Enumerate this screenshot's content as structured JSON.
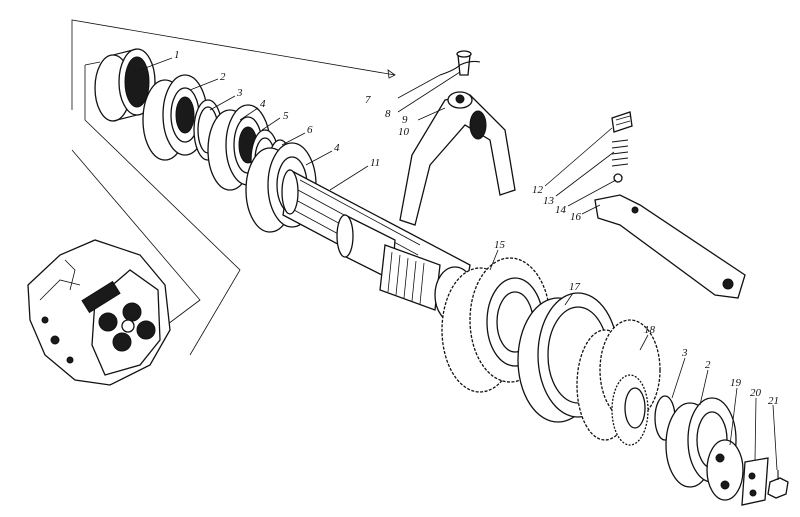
{
  "diagram": {
    "callouts": [
      {
        "id": "c1",
        "text": "1"
      },
      {
        "id": "c2a",
        "text": "2"
      },
      {
        "id": "c3a",
        "text": "3"
      },
      {
        "id": "c4a",
        "text": "4"
      },
      {
        "id": "c5",
        "text": "5"
      },
      {
        "id": "c6",
        "text": "6"
      },
      {
        "id": "c4b",
        "text": "4"
      },
      {
        "id": "c11",
        "text": "11"
      },
      {
        "id": "c7",
        "text": "7"
      },
      {
        "id": "c8",
        "text": "8"
      },
      {
        "id": "c9",
        "text": "9"
      },
      {
        "id": "c10",
        "text": "10"
      },
      {
        "id": "c12",
        "text": "12"
      },
      {
        "id": "c13",
        "text": "13"
      },
      {
        "id": "c14",
        "text": "14"
      },
      {
        "id": "c16",
        "text": "16"
      },
      {
        "id": "c15",
        "text": "15"
      },
      {
        "id": "c17",
        "text": "17"
      },
      {
        "id": "c18",
        "text": "18"
      },
      {
        "id": "c3b",
        "text": "3"
      },
      {
        "id": "c2b",
        "text": "2"
      },
      {
        "id": "c19",
        "text": "19"
      },
      {
        "id": "c20",
        "text": "20"
      },
      {
        "id": "c21",
        "text": "21"
      }
    ]
  }
}
